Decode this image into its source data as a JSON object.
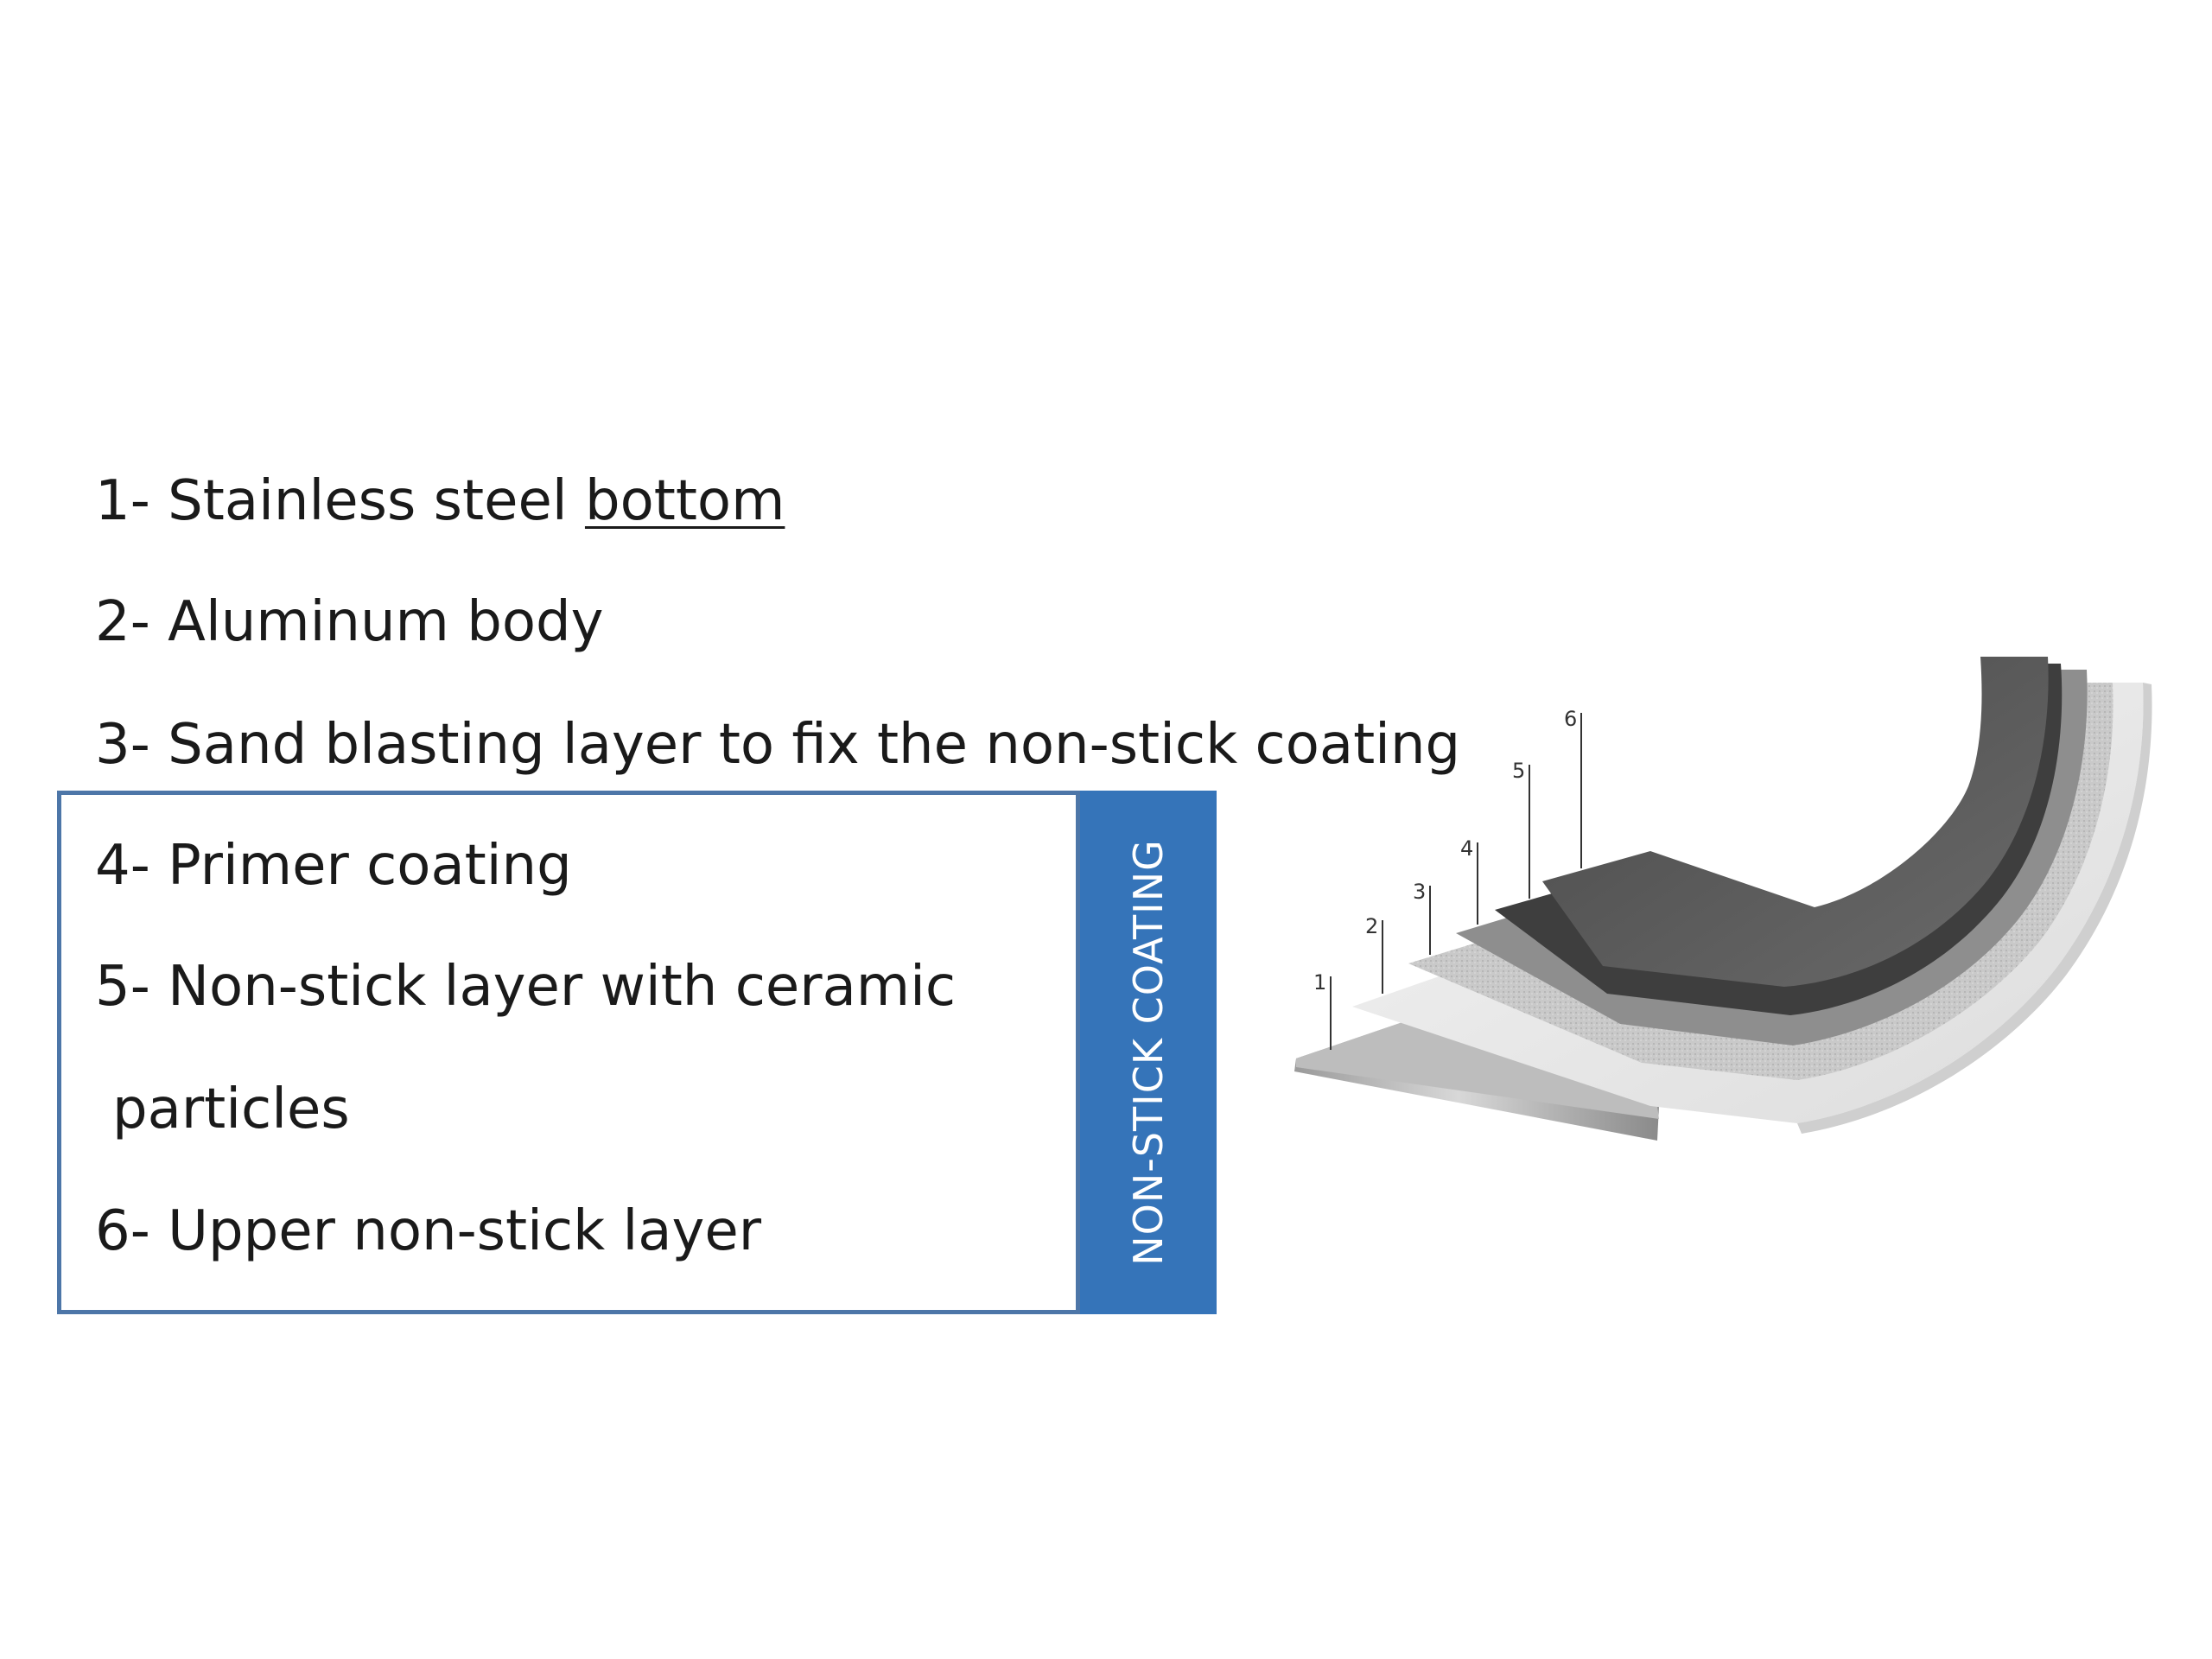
{
  "items": [
    {
      "prefix": "1- Stainless steel ",
      "underlined": "bottom"
    },
    {
      "text": "2- Aluminum body"
    },
    {
      "text": "3- Sand blasting layer to fix the non-stick coating"
    },
    {
      "text": "4- Primer coating"
    },
    {
      "text": "5- Non-stick layer with ceramic"
    },
    {
      "text": " particles"
    },
    {
      "text": "6- Upper non-stick layer"
    }
  ],
  "band_label": "NON-STICK COATING",
  "layer_numbers": [
    "1",
    "2",
    "3",
    "4",
    "5",
    "6"
  ],
  "colors": {
    "band": "#3574b9",
    "frame": "#4d76a8"
  }
}
